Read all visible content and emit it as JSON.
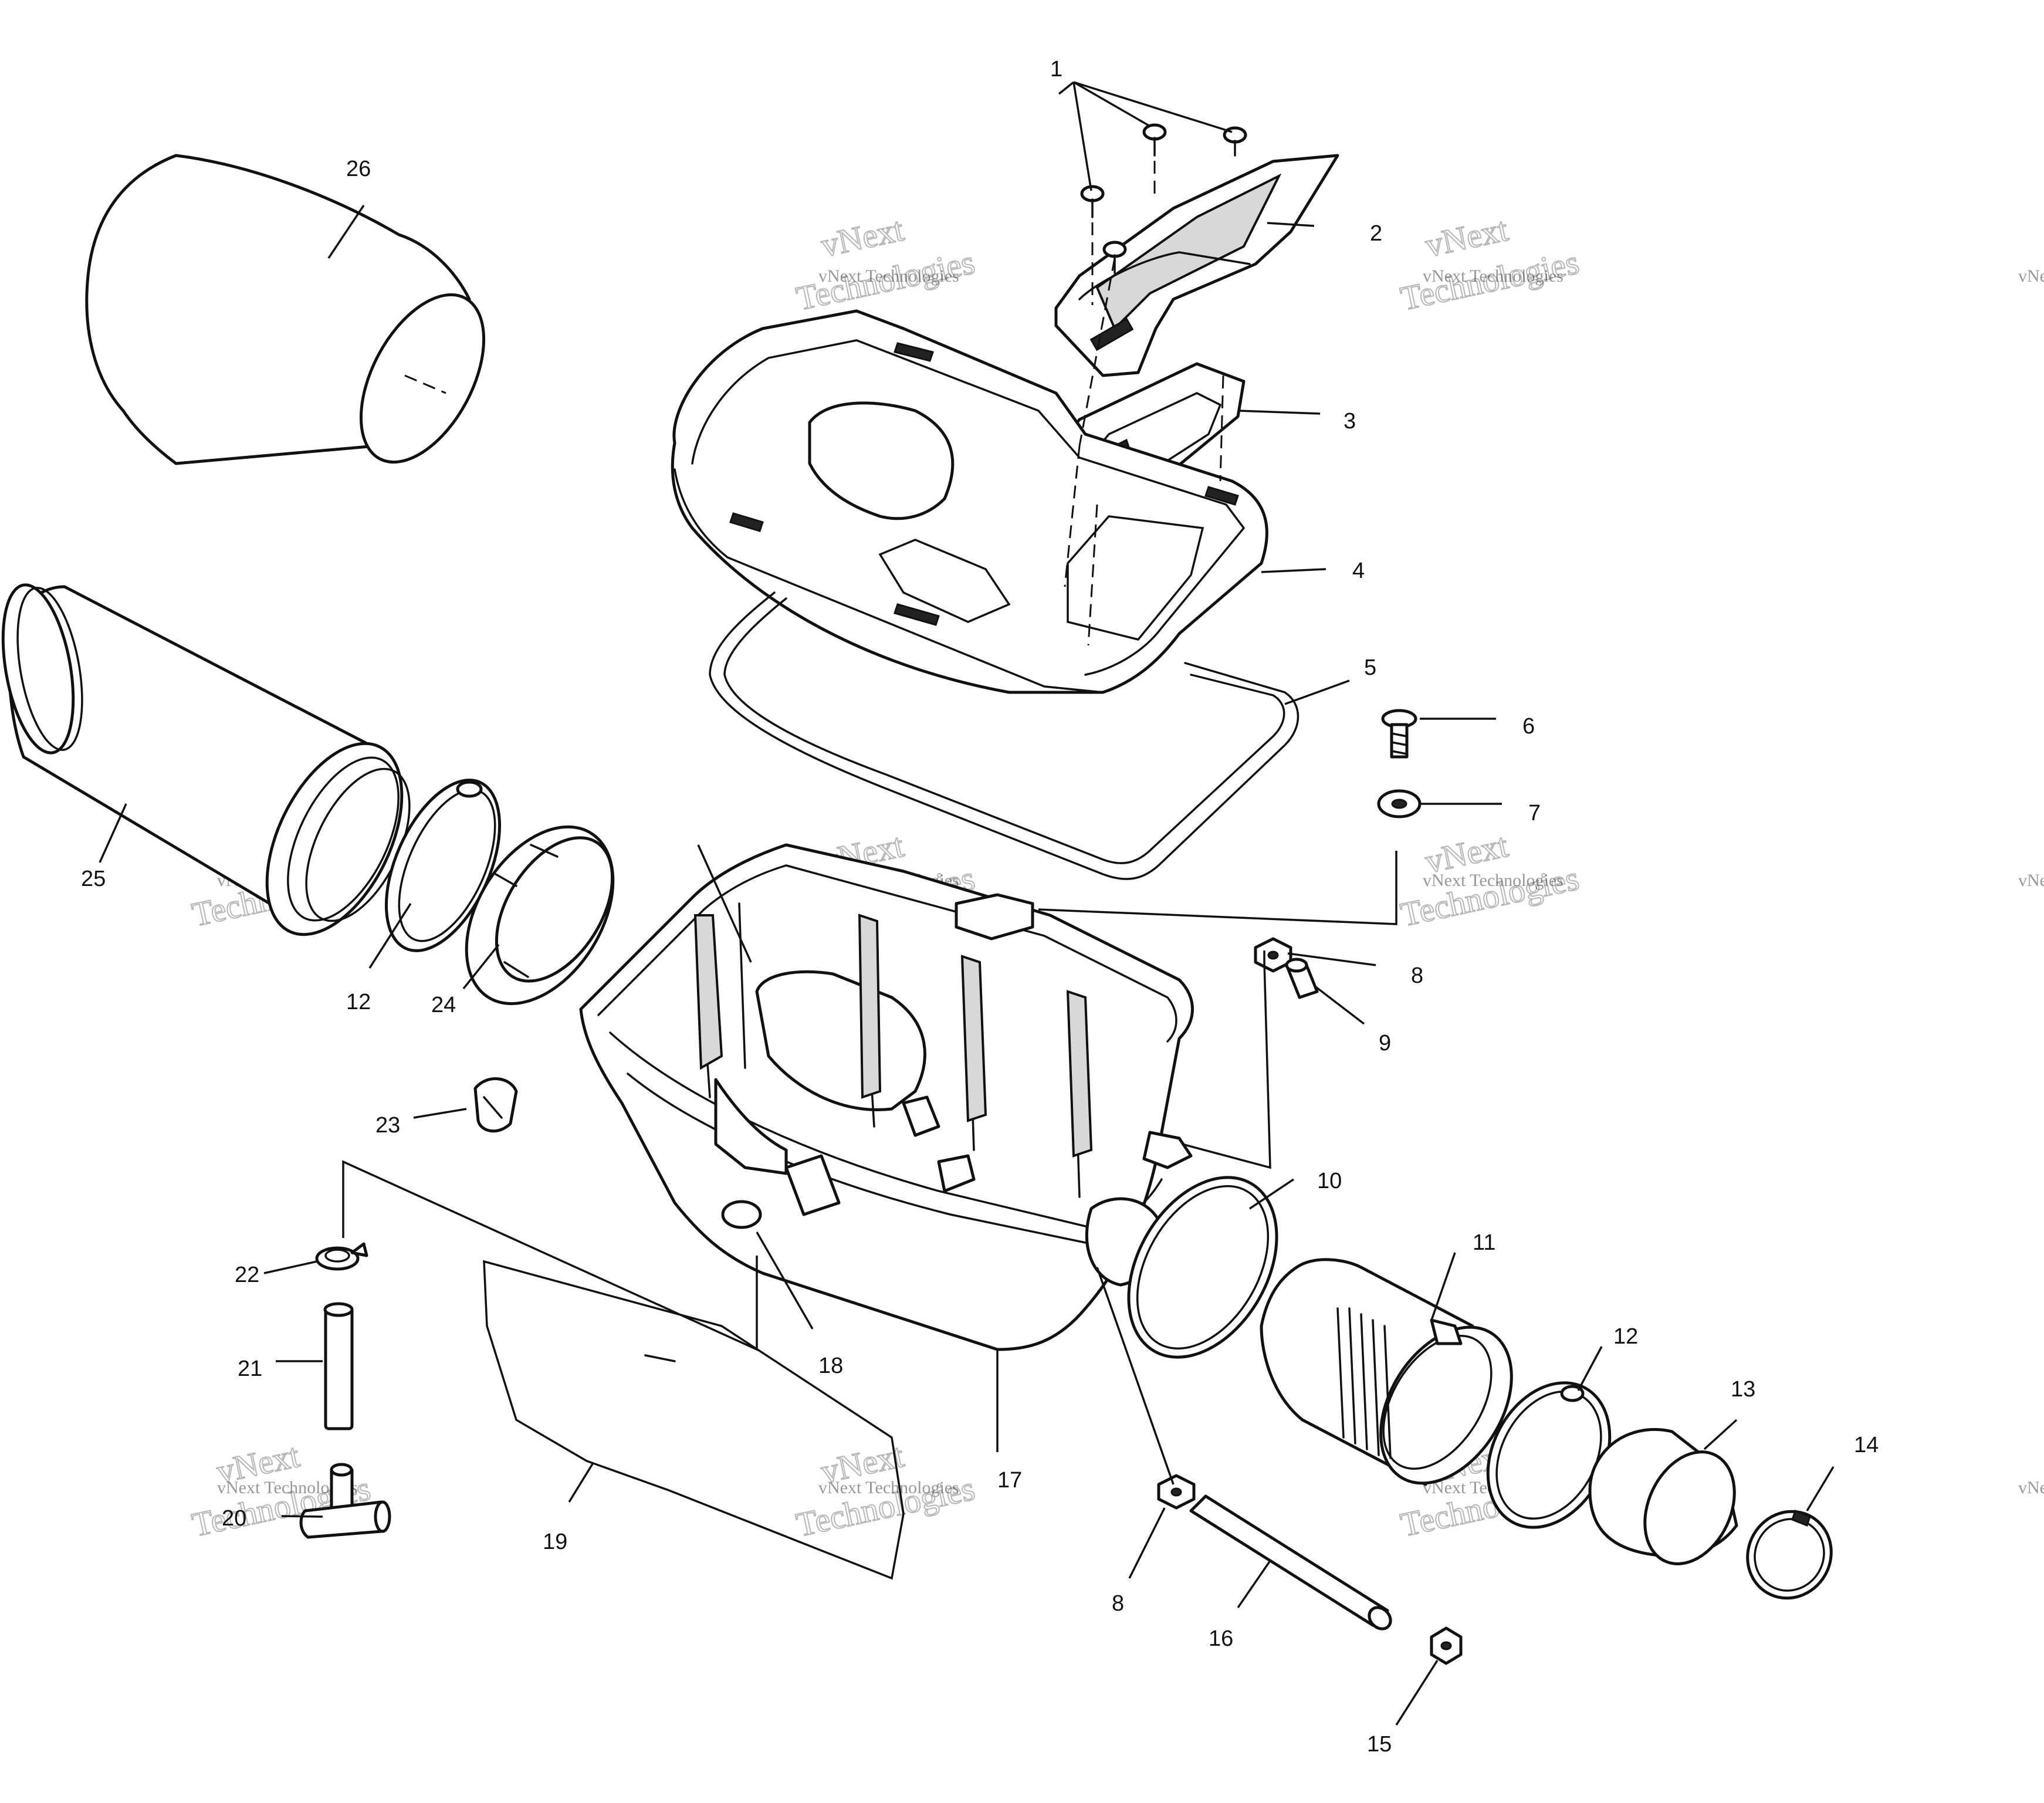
{
  "watermark": {
    "line1": "vNext Technologies",
    "line2": "vNext",
    "line3": "Technologies"
  },
  "callouts": {
    "c1": "1",
    "c2": "2",
    "c3": "3",
    "c4": "4",
    "c5": "5",
    "c6": "6",
    "c7": "7",
    "c8a": "8",
    "c8b": "8",
    "c9": "9",
    "c10": "10",
    "c11": "11",
    "c12a": "12",
    "c12b": "12",
    "c13": "13",
    "c14": "14",
    "c15": "15",
    "c16": "16",
    "c17": "17",
    "c18": "18",
    "c19": "19",
    "c20": "20",
    "c21": "21",
    "c22": "22",
    "c23": "23",
    "c24": "24",
    "c25": "25",
    "c26": "26"
  }
}
